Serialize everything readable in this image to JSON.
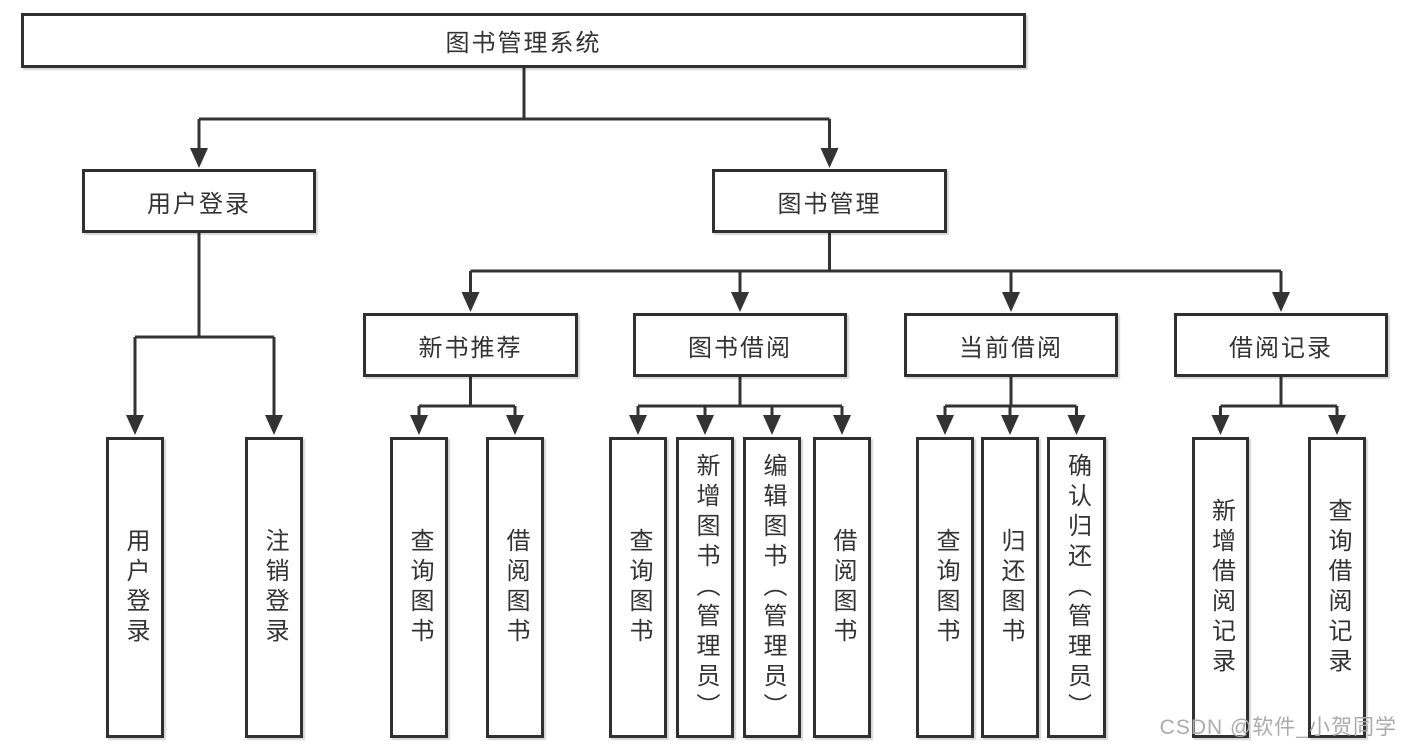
{
  "diagram": {
    "type": "tree",
    "root": {
      "label": "图书管理系统",
      "children": [
        {
          "label": "用户登录",
          "children": [
            {
              "label": "用户登录"
            },
            {
              "label": "注销登录"
            }
          ]
        },
        {
          "label": "图书管理",
          "children": [
            {
              "label": "新书推荐",
              "children": [
                {
                  "label": "查询图书"
                },
                {
                  "label": "借阅图书"
                }
              ]
            },
            {
              "label": "图书借阅",
              "children": [
                {
                  "label": "查询图书"
                },
                {
                  "label": "新增图书（管理员）"
                },
                {
                  "label": "编辑图书（管理员）"
                },
                {
                  "label": "借阅图书"
                }
              ]
            },
            {
              "label": "当前借阅",
              "children": [
                {
                  "label": "查询图书"
                },
                {
                  "label": "归还图书"
                },
                {
                  "label": "确认归还（管理员）"
                }
              ]
            },
            {
              "label": "借阅记录",
              "children": [
                {
                  "label": "新增借阅记录"
                },
                {
                  "label": "查询借阅记录"
                }
              ]
            }
          ]
        }
      ]
    },
    "line_color": "#333333",
    "box_border_color": "#303030",
    "background_color": "#ffffff"
  },
  "watermark": {
    "text": "CSDN @软件_小贺同学"
  }
}
